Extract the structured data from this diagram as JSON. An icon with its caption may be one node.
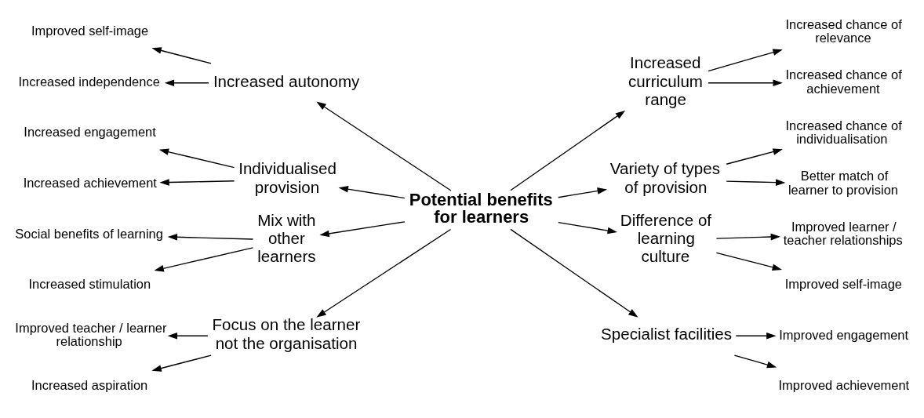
{
  "diagram": {
    "nodes": [
      {
        "text": [
          "Potential benefits for learners"
        ]
      },
      {
        "text": [
          "Increased autonomy"
        ]
      },
      {
        "text": [
          "Improved self-image"
        ]
      },
      {
        "text": [
          "Increased independence"
        ]
      },
      {
        "text": [
          "Individualised provision"
        ]
      },
      {
        "text": [
          "Increased engagement"
        ]
      },
      {
        "text": [
          "Increased achievement"
        ]
      },
      {
        "text": [
          "Mix with other learners"
        ]
      },
      {
        "text": [
          "Social benefits of learning"
        ]
      },
      {
        "text": [
          "Increased stimulation"
        ]
      },
      {
        "text": [
          "Focus on the learner not the organisation"
        ]
      },
      {
        "text": [
          "Improved teacher / learner relationship"
        ]
      },
      {
        "text": [
          "Increased aspiration"
        ]
      },
      {
        "text": [
          "Increased curriculum range"
        ]
      },
      {
        "text": [
          "Increased chance of relevance"
        ]
      },
      {
        "text": [
          "Increased chance of achievement"
        ]
      },
      {
        "text": [
          "Variety of types of provision"
        ]
      },
      {
        "text": [
          "Increased chance of individualisation"
        ]
      },
      {
        "text": [
          "Better match of learner to provision"
        ]
      },
      {
        "text": [
          "Difference of learning culture"
        ]
      },
      {
        "text": [
          "Improved learner / teacher relationships"
        ]
      },
      {
        "text": [
          "Improved self-image"
        ]
      },
      {
        "text": [
          "Specialist facilities"
        ]
      },
      {
        "text": [
          "Improved engagement"
        ]
      },
      {
        "text": [
          "Improved achievement"
        ]
      }
    ],
    "edges": [
      {
        "from": 0,
        "to": 1,
        "arrow": "to"
      },
      {
        "from": 1,
        "to": 2,
        "arrow": "to"
      },
      {
        "from": 1,
        "to": 3,
        "arrow": "to"
      },
      {
        "from": 0,
        "to": 4,
        "arrow": "to"
      },
      {
        "from": 4,
        "to": 5,
        "arrow": "to"
      },
      {
        "from": 4,
        "to": 6,
        "arrow": "to"
      },
      {
        "from": 0,
        "to": 7,
        "arrow": "to"
      },
      {
        "from": 7,
        "to": 8,
        "arrow": "to"
      },
      {
        "from": 7,
        "to": 9,
        "arrow": "to"
      },
      {
        "from": 0,
        "to": 10,
        "arrow": "to"
      },
      {
        "from": 10,
        "to": 11,
        "arrow": "to"
      },
      {
        "from": 10,
        "to": 12,
        "arrow": "to"
      },
      {
        "from": 0,
        "to": 13,
        "arrow": "to"
      },
      {
        "from": 13,
        "to": 14,
        "arrow": "to"
      },
      {
        "from": 13,
        "to": 15,
        "arrow": "to"
      },
      {
        "from": 0,
        "to": 16,
        "arrow": "to"
      },
      {
        "from": 16,
        "to": 17,
        "arrow": "to"
      },
      {
        "from": 16,
        "to": 18,
        "arrow": "to"
      },
      {
        "from": 0,
        "to": 19,
        "arrow": "to"
      },
      {
        "from": 19,
        "to": 20,
        "arrow": "to"
      },
      {
        "from": 19,
        "to": 21,
        "arrow": "to"
      },
      {
        "from": 0,
        "to": 22,
        "arrow": "to"
      },
      {
        "from": 22,
        "to": 23,
        "arrow": "to"
      },
      {
        "from": 22,
        "to": 24,
        "arrow": "to"
      }
    ]
  }
}
